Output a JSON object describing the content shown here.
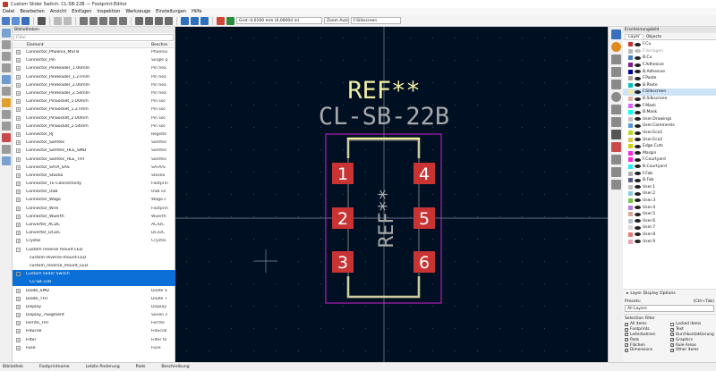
{
  "title": "Custom Slider Switch: CL-SB-22B — Footprint-Editor",
  "menu": [
    "Datei",
    "Bearbeiten",
    "Ansicht",
    "Einfügen",
    "Inspektion",
    "Werkzeuge",
    "Einstellungen",
    "Hilfe"
  ],
  "toolbar": {
    "grid": "Grid: 0,0100 mm (0,00004 in)",
    "zoom": "Zoom Auto",
    "layer": "F.Silkscreen"
  },
  "library": {
    "header": "Bibliotheken",
    "filter_placeholder": "Filter",
    "col_name": "Element",
    "col_desc": "Beschre",
    "rows": [
      {
        "name": "Connector_Phoenix_MSTB",
        "desc": "Phoenix",
        "type": "lib"
      },
      {
        "name": "Connector_Pin",
        "desc": "Single p",
        "type": "lib"
      },
      {
        "name": "Connector_PinHeader_1.00mm",
        "desc": "Pin hea",
        "type": "lib"
      },
      {
        "name": "Connector_PinHeader_1.27mm",
        "desc": "Pin hea",
        "type": "lib"
      },
      {
        "name": "Connector_PinHeader_2.00mm",
        "desc": "Pin hea",
        "type": "lib"
      },
      {
        "name": "Connector_PinHeader_2.54mm",
        "desc": "Pin hea",
        "type": "lib"
      },
      {
        "name": "Connector_PinSocket_1.00mm",
        "desc": "Pin soc",
        "type": "lib"
      },
      {
        "name": "Connector_PinSocket_1.27mm",
        "desc": "Pin soc",
        "type": "lib"
      },
      {
        "name": "Connector_PinSocket_2.00mm",
        "desc": "Pin soc",
        "type": "lib"
      },
      {
        "name": "Connector_PinSocket_2.54mm",
        "desc": "Pin soc",
        "type": "lib"
      },
      {
        "name": "Connector_RJ",
        "desc": "Registe",
        "type": "lib"
      },
      {
        "name": "Connector_Samtec",
        "desc": "Samtec",
        "type": "lib"
      },
      {
        "name": "Connector_Samtec_HLE_SMD",
        "desc": "Samtec",
        "type": "lib"
      },
      {
        "name": "Connector_Samtec_HLE_THT",
        "desc": "Samtec",
        "type": "lib"
      },
      {
        "name": "Connector_SATA_SAS",
        "desc": "SATA/S",
        "type": "lib"
      },
      {
        "name": "Connector_Stocko",
        "desc": "Stocko",
        "type": "lib"
      },
      {
        "name": "Connector_TE-Connectivity",
        "desc": "Footprin",
        "type": "lib"
      },
      {
        "name": "Connector_USB",
        "desc": "USB co",
        "type": "lib"
      },
      {
        "name": "Connector_Wago",
        "desc": "Wago c",
        "type": "lib"
      },
      {
        "name": "Connector_Wire",
        "desc": "Footprin",
        "type": "lib"
      },
      {
        "name": "Connector_Wuerth",
        "desc": "Wuerth",
        "type": "lib"
      },
      {
        "name": "Converter_ACDC",
        "desc": "AC/DC",
        "type": "lib"
      },
      {
        "name": "Converter_DCDC",
        "desc": "DC/DC",
        "type": "lib"
      },
      {
        "name": "Crystal",
        "desc": "Crystal",
        "type": "lib"
      },
      {
        "name": "Custom reverse mount LED",
        "desc": "",
        "type": "libopen"
      },
      {
        "name": "custom-reverse-mount-LED",
        "desc": "",
        "type": "child"
      },
      {
        "name": "custom_reverse_mount_LED",
        "desc": "",
        "type": "child"
      },
      {
        "name": "Custom Slider Switch",
        "desc": "",
        "type": "libopensel"
      },
      {
        "name": "CL-SB-22B",
        "desc": "",
        "type": "childsel"
      },
      {
        "name": "Diode_SMD",
        "desc": "Diode S",
        "type": "lib"
      },
      {
        "name": "Diode_THT",
        "desc": "Diode T",
        "type": "lib"
      },
      {
        "name": "Display",
        "desc": "Display",
        "type": "lib"
      },
      {
        "name": "Display_7Segment",
        "desc": "Seven s",
        "type": "lib"
      },
      {
        "name": "Ferrite_THT",
        "desc": "Ferrite",
        "type": "lib"
      },
      {
        "name": "Fiducial",
        "desc": "Fiducial",
        "type": "lib"
      },
      {
        "name": "Filter",
        "desc": "Filter fo",
        "type": "lib"
      },
      {
        "name": "Fuse",
        "desc": "Fuse",
        "type": "lib"
      }
    ]
  },
  "footprint": {
    "ref_top": "REF**",
    "value": "CL-SB-22B",
    "ref_silk": "REF**",
    "pads": [
      "1",
      "2",
      "3",
      "4",
      "5",
      "6"
    ]
  },
  "layers": {
    "header": "Erscheinungsbild",
    "tab_layers": "Layer",
    "tab_objects": "Objects",
    "items": [
      {
        "name": "F.Cu",
        "color": "#c83434"
      },
      {
        "name": "F.Vorlagen",
        "color": "#b8b8b8",
        "disabled": true
      },
      {
        "name": "B.Cu",
        "color": "#4d7fc4"
      },
      {
        "name": "F.Adhesive",
        "color": "#841b84"
      },
      {
        "name": "B.Adhesive",
        "color": "#00009b"
      },
      {
        "name": "F.Paste",
        "color": "#b4a0a0"
      },
      {
        "name": "B.Paste",
        "color": "#00c2c2"
      },
      {
        "name": "F.Silkscreen",
        "color": "#f2eda1",
        "selected": true
      },
      {
        "name": "B.Silkscreen",
        "color": "#e8b2a7"
      },
      {
        "name": "F.Mask",
        "color": "#d864ff"
      },
      {
        "name": "B.Mask",
        "color": "#02ffee"
      },
      {
        "name": "User.Drawings",
        "color": "#c2c2c2"
      },
      {
        "name": "User.Comments",
        "color": "#5994dc"
      },
      {
        "name": "User.Eco1",
        "color": "#b4db29"
      },
      {
        "name": "User.Eco2",
        "color": "#d8c852"
      },
      {
        "name": "Edge.Cuts",
        "color": "#d0d210"
      },
      {
        "name": "Margin",
        "color": "#ff26e2"
      },
      {
        "name": "F.Courtyard",
        "color": "#ff26e2"
      },
      {
        "name": "B.Courtyard",
        "color": "#26e9ff"
      },
      {
        "name": "F.Fab",
        "color": "#afafaf"
      },
      {
        "name": "B.Fab",
        "color": "#585d84"
      },
      {
        "name": "User.1",
        "color": "#c2c2c2"
      },
      {
        "name": "User.2",
        "color": "#89cbdf"
      },
      {
        "name": "User.3",
        "color": "#7bc44a"
      },
      {
        "name": "User.4",
        "color": "#b27fe6"
      },
      {
        "name": "User.5",
        "color": "#d9a69e"
      },
      {
        "name": "User.6",
        "color": "#b9c4d0"
      },
      {
        "name": "User.7",
        "color": "#ddd6d6"
      },
      {
        "name": "User.8",
        "color": "#e47a7a"
      },
      {
        "name": "User.9",
        "color": "#e8a6b4"
      }
    ],
    "display_options": "Layer Display Options",
    "presets_label": "Presets:",
    "presets_hotkey": "(Ctrl+Tab)",
    "presets_value": "All Layers"
  },
  "selection_filter": {
    "title": "Selection Filter",
    "items": [
      "All items",
      "Locked items",
      "Footprints",
      "Text",
      "Leiterbahnen",
      "Durchkontaktierung",
      "Pads",
      "Graphics",
      "Flächen",
      "Rule Areas",
      "Dimensions",
      "Other items"
    ]
  },
  "statusbar": [
    "Bibliothek",
    "Footprintname",
    "Letzte Änderung",
    "Pads",
    "Beschreibung"
  ]
}
